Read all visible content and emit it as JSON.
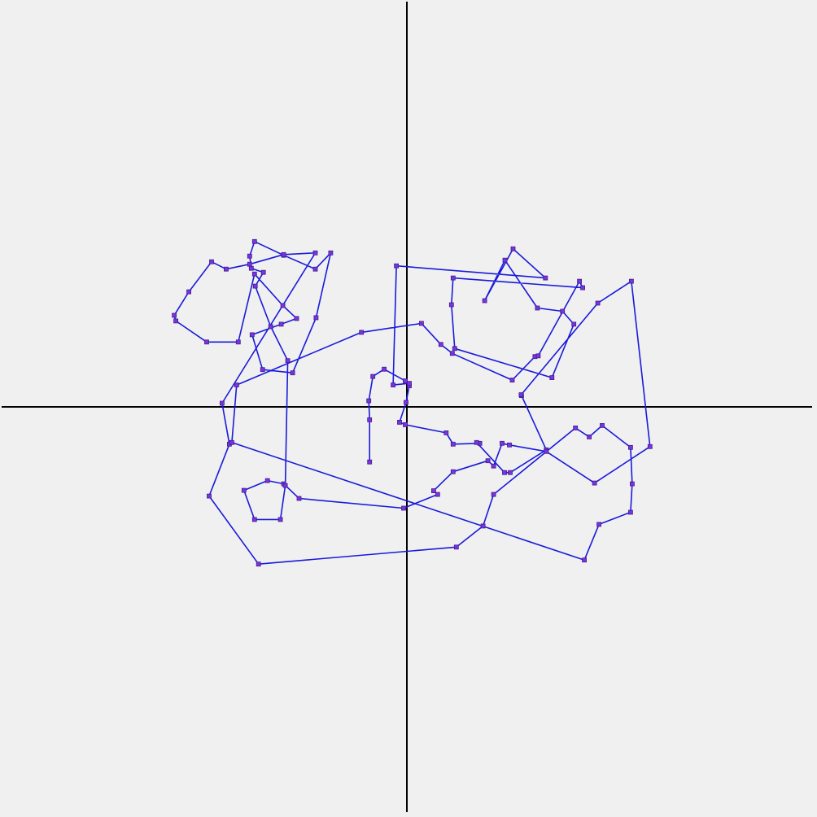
{
  "chart_data": {
    "type": "line",
    "title": "",
    "xlabel": "",
    "ylabel": "",
    "xlim": [
      -100,
      100
    ],
    "ylim": [
      -100,
      100
    ],
    "grid": false,
    "legend": "none",
    "axes": "through origin",
    "colors": {
      "background": "#f0f0f0",
      "axis": "#000000",
      "line": "#1a1adb",
      "marker": "#8a2be2",
      "marker_edge": "#2a2a8a"
    },
    "series": [
      {
        "points": [
          [
            -9.2,
            -13.6
          ],
          [
            -9.2,
            -3.2
          ],
          [
            -9.4,
            1.5
          ],
          [
            -8.4,
            7.5
          ],
          [
            -5.6,
            9.3
          ],
          [
            -0.4,
            6.4
          ],
          [
            0.6,
            5.2
          ],
          [
            -0.2,
            1.1
          ],
          [
            -1.8,
            -3.8
          ],
          [
            -0.4,
            -4.4
          ],
          [
            9.7,
            -6.4
          ],
          [
            11.4,
            -9.2
          ],
          [
            18.0,
            -9.0
          ],
          [
            17.2,
            -8.8
          ],
          [
            24.1,
            -16.2
          ],
          [
            25.5,
            -16.2
          ],
          [
            34.4,
            -10.6
          ],
          [
            28.3,
            2.8
          ],
          [
            28.2,
            3.0
          ],
          [
            47.1,
            25.6
          ],
          [
            55.4,
            31.0
          ],
          [
            60.0,
            -9.8
          ],
          [
            46.3,
            -18.8
          ],
          [
            34.4,
            -11.0
          ],
          [
            25.3,
            -9.4
          ],
          [
            23.5,
            -9.0
          ],
          [
            21.4,
            -14.6
          ],
          [
            20.0,
            -13.3
          ],
          [
            11.4,
            -16.0
          ],
          [
            6.6,
            -20.7
          ],
          [
            7.6,
            -21.6
          ],
          [
            -0.8,
            -25.0
          ],
          [
            -26.6,
            -22.6
          ],
          [
            -30.4,
            -19.0
          ],
          [
            -34.4,
            -18.2
          ],
          [
            -40.2,
            -20.6
          ],
          [
            -37.6,
            -27.8
          ],
          [
            -31.2,
            -27.8
          ],
          [
            -30.0,
            -19.4
          ],
          [
            -29.4,
            11.4
          ],
          [
            -33.6,
            19.8
          ],
          [
            -37.4,
            29.8
          ],
          [
            -35.4,
            33.2
          ],
          [
            -38.4,
            34.2
          ],
          [
            -38.8,
            37.2
          ],
          [
            -37.6,
            40.8
          ],
          [
            -30.4,
            37.4
          ],
          [
            -22.6,
            34.0
          ],
          [
            -18.8,
            38.0
          ],
          [
            -22.4,
            22.0
          ],
          [
            -28.2,
            8.4
          ],
          [
            -35.6,
            9.2
          ],
          [
            -38.2,
            17.8
          ],
          [
            -31.0,
            20.4
          ],
          [
            -27.2,
            21.8
          ],
          [
            -30.6,
            25.0
          ],
          [
            -37.6,
            32.8
          ],
          [
            -41.6,
            16.0
          ],
          [
            -49.4,
            16.0
          ],
          [
            -57.0,
            21.2
          ],
          [
            -57.4,
            22.6
          ],
          [
            -53.8,
            28.4
          ],
          [
            -48.2,
            35.8
          ],
          [
            -44.6,
            34.0
          ],
          [
            -38.8,
            35.2
          ],
          [
            -30.4,
            37.6
          ],
          [
            -22.6,
            38.0
          ],
          [
            -45.6,
            0.9
          ],
          [
            -43.8,
            -9.2
          ],
          [
            -48.8,
            -22.0
          ],
          [
            -36.6,
            -38.8
          ],
          [
            12.2,
            -34.6
          ],
          [
            18.8,
            -29.4
          ],
          [
            21.4,
            -21.6
          ],
          [
            41.6,
            -5.2
          ],
          [
            45.0,
            -7.4
          ],
          [
            48.2,
            -4.6
          ],
          [
            55.2,
            -10.0
          ],
          [
            55.6,
            -19.0
          ],
          [
            55.2,
            -26.0
          ],
          [
            47.4,
            -29.0
          ],
          [
            43.8,
            -37.8
          ],
          [
            -43.2,
            -8.8
          ],
          [
            -42.0,
            5.4
          ],
          [
            -11.2,
            18.4
          ],
          [
            3.6,
            20.6
          ],
          [
            8.4,
            15.4
          ],
          [
            11.2,
            13.2
          ],
          [
            26.0,
            6.6
          ],
          [
            31.6,
            12.4
          ],
          [
            32.4,
            12.6
          ],
          [
            42.6,
            31.0
          ],
          [
            43.4,
            29.4
          ],
          [
            11.4,
            31.8
          ],
          [
            11.0,
            25.2
          ],
          [
            11.8,
            14.4
          ],
          [
            35.8,
            7.2
          ],
          [
            41.2,
            20.4
          ],
          [
            38.4,
            23.6
          ],
          [
            32.2,
            24.4
          ],
          [
            24.2,
            36.2
          ],
          [
            19.2,
            26.2
          ],
          [
            26.2,
            39.0
          ],
          [
            34.2,
            31.8
          ],
          [
            -2.6,
            34.8
          ],
          [
            -3.4,
            5.4
          ],
          [
            0.6,
            5.8
          ]
        ]
      }
    ]
  }
}
